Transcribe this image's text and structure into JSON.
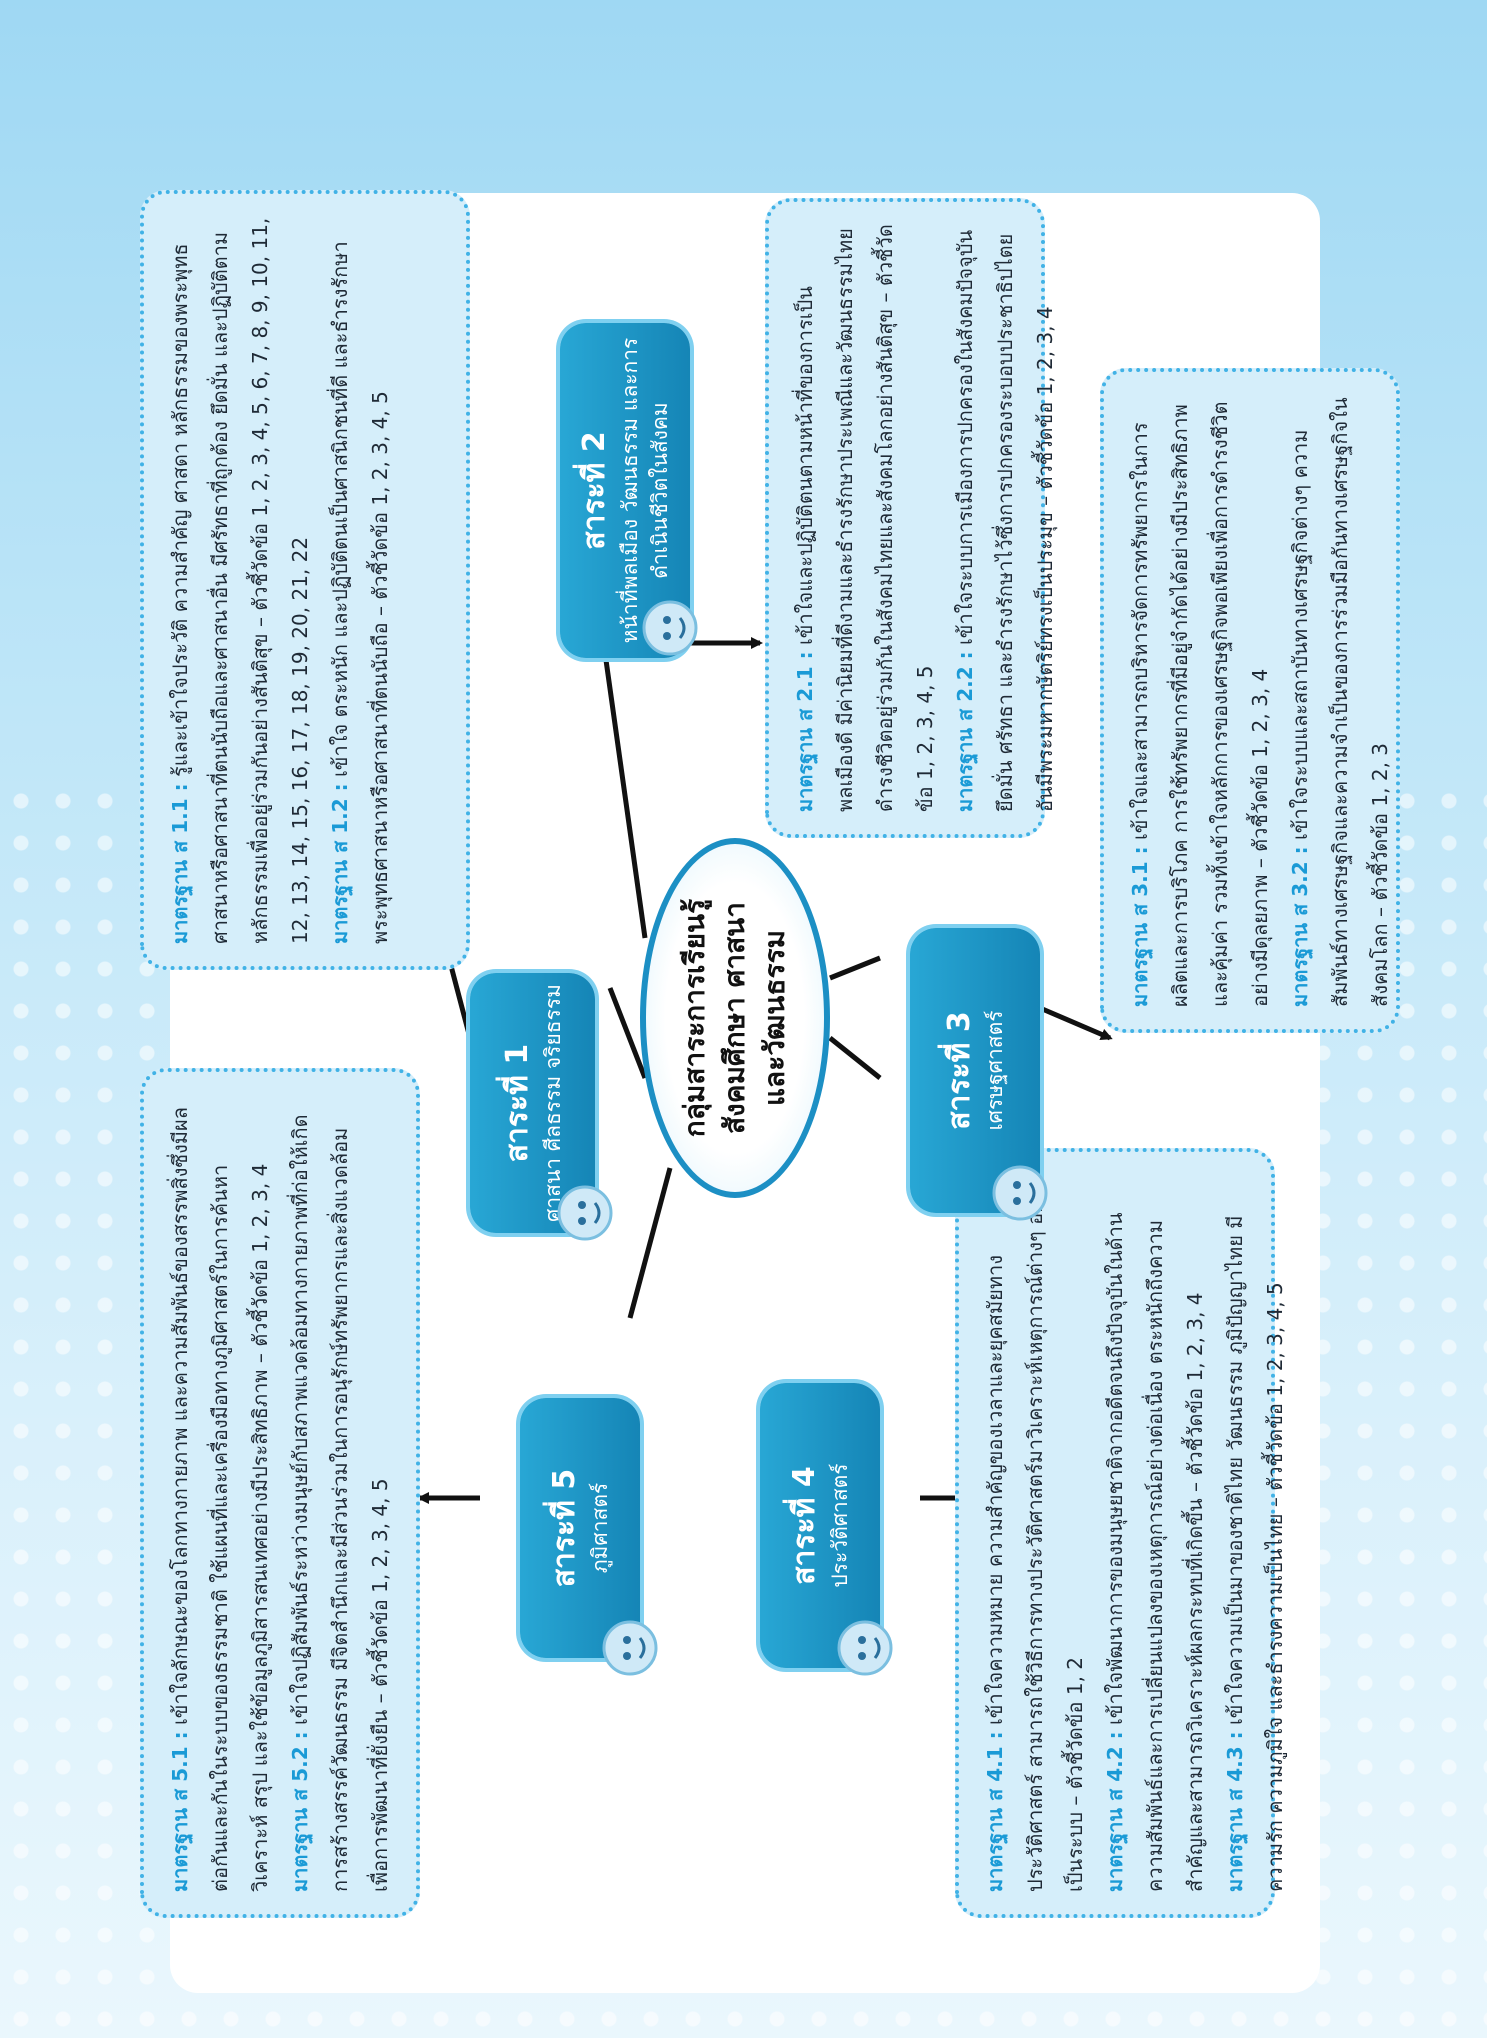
{
  "center": {
    "line1": "กลุ่มสาระการเรียนรู้",
    "line2": "สังคมศึกษา ศาสนา",
    "line3": "และวัฒนธรรม"
  },
  "strands": [
    {
      "title": "สาระที่ 1",
      "subtitle": "ศาสนา ศีลธรรม จริยธรรม"
    },
    {
      "title": "สาระที่ 2",
      "subtitle": "หน้าที่พลเมือง วัฒนธรรม และการดำเนินชีวิตในสังคม"
    },
    {
      "title": "สาระที่ 3",
      "subtitle": "เศรษฐศาสตร์"
    },
    {
      "title": "สาระที่ 4",
      "subtitle": "ประวัติศาสตร์"
    },
    {
      "title": "สาระที่ 5",
      "subtitle": "ภูมิศาสตร์"
    }
  ],
  "standards": {
    "s1_1_code": "มาตรฐาน ส 1.1 :",
    "s1_1_text": "รู้และเข้าใจประวัติ ความสำคัญ ศาสดา หลักธรรมของพระพุทธศาสนาหรือศาสนาที่ตนนับถือและศาสนาอื่น มีศรัทธาที่ถูกต้อง ยึดมั่น และปฏิบัติตามหลักธรรมเพื่ออยู่ร่วมกันอย่างสันติสุข – ตัวชี้วัดข้อ 1, 2, 3, 4, 5, 6, 7, 8, 9, 10, 11, 12, 13, 14, 15, 16, 17, 18, 19, 20, 21, 22",
    "s1_2_code": "มาตรฐาน ส 1.2 :",
    "s1_2_text": "เข้าใจ ตระหนัก และปฏิบัติตนเป็นศาสนิกชนที่ดี และธำรงรักษาพระพุทธศาสนาหรือศาสนาที่ตนนับถือ – ตัวชี้วัดข้อ 1, 2, 3, 4, 5",
    "s2_1_code": "มาตรฐาน ส 2.1 :",
    "s2_1_text": "เข้าใจและปฏิบัติตนตามหน้าที่ของการเป็นพลเมืองดี มีค่านิยมที่ดีงามและธำรงรักษาประเพณีและวัฒนธรรมไทย ดำรงชีวิตอยู่ร่วมกันในสังคมไทยและสังคมโลกอย่างสันติสุข – ตัวชี้วัดข้อ 1, 2, 3, 4, 5",
    "s2_2_code": "มาตรฐาน ส 2.2 :",
    "s2_2_text": "เข้าใจระบบการเมืองการปกครองในสังคมปัจจุบัน ยึดมั่น ศรัทธา และธำรงรักษาไว้ซึ่งการปกครองระบอบประชาธิปไตยอันมีพระมหากษัตริย์ทรงเป็นประมุข – ตัวชี้วัดข้อ 1, 2, 3, 4",
    "s3_1_code": "มาตรฐาน ส 3.1 :",
    "s3_1_text": "เข้าใจและสามารถบริหารจัดการทรัพยากรในการผลิตและการบริโภค การใช้ทรัพยากรที่มีอยู่จำกัดได้อย่างมีประสิทธิภาพและคุ้มค่า รวมทั้งเข้าใจหลักการของเศรษฐกิจพอเพียงเพื่อการดำรงชีวิตอย่างมีดุลยภาพ – ตัวชี้วัดข้อ 1, 2, 3, 4",
    "s3_2_code": "มาตรฐาน ส 3.2 :",
    "s3_2_text": "เข้าใจระบบและสถาบันทางเศรษฐกิจต่างๆ ความสัมพันธ์ทางเศรษฐกิจและความจำเป็นของการร่วมมือกันทางเศรษฐกิจในสังคมโลก – ตัวชี้วัดข้อ 1, 2, 3",
    "s4_1_code": "มาตรฐาน ส 4.1 :",
    "s4_1_text": "เข้าใจความหมาย ความสำคัญของเวลาและยุคสมัยทางประวัติศาสตร์ สามารถใช้วิธีการทางประวัติศาสตร์มาวิเคราะห์เหตุการณ์ต่างๆ อย่างเป็นระบบ – ตัวชี้วัดข้อ 1, 2",
    "s4_2_code": "มาตรฐาน ส 4.2 :",
    "s4_2_text": "เข้าใจพัฒนาการของมนุษยชาติจากอดีตจนถึงปัจจุบันในด้านความสัมพันธ์และการเปลี่ยนแปลงของเหตุการณ์อย่างต่อเนื่อง ตระหนักถึงความสำคัญและสามารถวิเคราะห์ผลกระทบที่เกิดขึ้น – ตัวชี้วัดข้อ 1, 2, 3, 4",
    "s4_3_code": "มาตรฐาน ส 4.3 :",
    "s4_3_text": "เข้าใจความเป็นมาของชาติไทย วัฒนธรรม ภูมิปัญญาไทย มีความรัก ความภูมิใจ และธำรงความเป็นไทย – ตัวชี้วัดข้อ 1, 2, 3, 4, 5",
    "s5_1_code": "มาตรฐาน ส 5.1 :",
    "s5_1_text": "เข้าใจลักษณะของโลกทางกายภาพ และความสัมพันธ์ของสรรพสิ่งซึ่งมีผลต่อกันและกันในระบบของธรรมชาติ ใช้แผนที่และเครื่องมือทางภูมิศาสตร์ในการค้นหา วิเคราะห์ สรุป และใช้ข้อมูลภูมิสารสนเทศอย่างมีประสิทธิภาพ – ตัวชี้วัดข้อ 1, 2, 3, 4",
    "s5_2_code": "มาตรฐาน ส 5.2 :",
    "s5_2_text": "เข้าใจปฏิสัมพันธ์ระหว่างมนุษย์กับสภาพแวดล้อมทางกายภาพที่ก่อให้เกิดการสร้างสรรค์วัฒนธรรม มีจิตสำนึกและมีส่วนร่วมในการอนุรักษ์ทรัพยากรและสิ่งแวดล้อม เพื่อการพัฒนาที่ยั่งยืน – ตัวชี้วัดข้อ 1, 2, 3, 4, 5"
  },
  "colors": {
    "box_fill": "#d5eefa",
    "box_border": "#41b2e6",
    "strand_fill": "#1b94c6",
    "standard_label": "#1a9ad6"
  }
}
